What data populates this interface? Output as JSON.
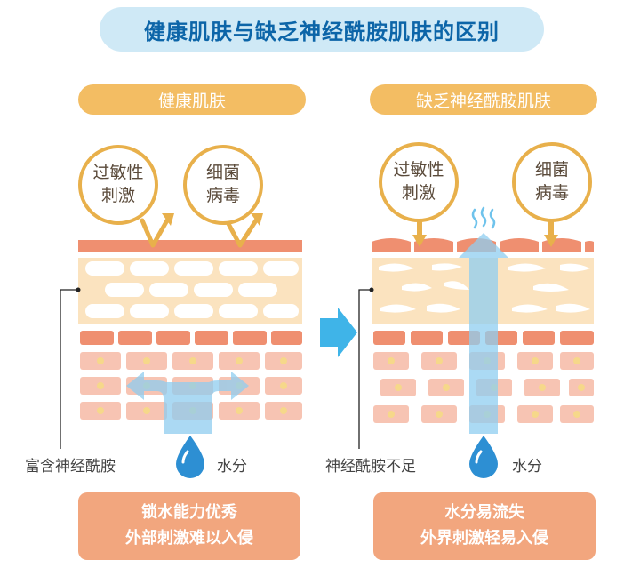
{
  "title": "健康肌肤与缺乏神经酰胺肌肤的区别",
  "left": {
    "heading": "健康肌肤",
    "threat_allergen": [
      "过敏性",
      "刺激"
    ],
    "threat_bacteria": [
      "细菌",
      "病毒"
    ],
    "ceramide_label": "富含神经酰胺",
    "water_label": "水分",
    "summary": [
      "锁水能力优秀",
      "外部刺激难以入侵"
    ]
  },
  "right": {
    "heading": "缺乏神经酰胺肌肤",
    "threat_allergen": [
      "过敏性",
      "刺激"
    ],
    "threat_bacteria": [
      "细菌",
      "病毒"
    ],
    "ceramide_label": "神经酰胺不足",
    "water_label": "水分",
    "summary": [
      "水分易流失",
      "外界刺激轻易入侵"
    ]
  },
  "icons": {
    "transition": "arrow-right-icon",
    "water": "water-drop-icon",
    "evaporation": "steam-waves-icon"
  },
  "colors": {
    "title_bg": "#cfe9f6",
    "title_text": "#0c65a8",
    "heading_bg": "#f3bd63",
    "threat_ring": "#e8b04b",
    "surface": "#ef8f70",
    "lipid_layer": "#fbe3bf",
    "cell": "#f7c4b3",
    "arrow_blue": "#3fb4e8",
    "summary_bg": "#f2a67e"
  }
}
